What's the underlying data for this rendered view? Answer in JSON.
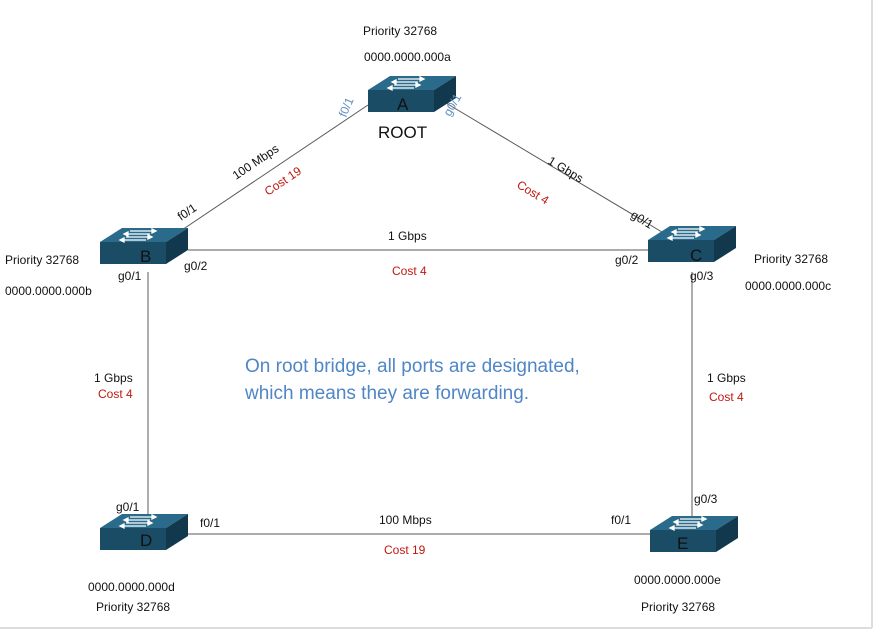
{
  "colors": {
    "switch_top": "#2a6b8b",
    "switch_front": "#1b4c66",
    "switch_side": "#12384d",
    "link": "#5a5a5a",
    "cost_text": "#c0180f",
    "note_text": "#4f86c6",
    "port_blue": "#5d8fc2"
  },
  "switches": {
    "A": {
      "letter": "A",
      "priority": "Priority 32768",
      "mac": "0000.0000.000a",
      "role": "ROOT",
      "icon": "network-switch-icon"
    },
    "B": {
      "letter": "B",
      "priority": "Priority 32768",
      "mac": "0000.0000.000b",
      "icon": "network-switch-icon"
    },
    "C": {
      "letter": "C",
      "priority": "Priority 32768",
      "mac": "0000.0000.000c",
      "icon": "network-switch-icon"
    },
    "D": {
      "letter": "D",
      "priority": "Priority 32768",
      "mac": "0000.0000.000d",
      "icon": "network-switch-icon"
    },
    "E": {
      "letter": "E",
      "priority": "Priority 32768",
      "mac": "0000.0000.000e",
      "icon": "network-switch-icon"
    }
  },
  "links": {
    "ab": {
      "speed": "100 Mbps",
      "cost": "Cost 19",
      "port_a": "f0/1",
      "port_b": "f0/1"
    },
    "ac": {
      "speed": "1 Gbps",
      "cost": "Cost 4",
      "port_a": "g0/1",
      "port_c": "g0/1"
    },
    "bc": {
      "speed": "1 Gbps",
      "cost": "Cost 4",
      "port_b": "g0/2",
      "port_c": "g0/2"
    },
    "bd": {
      "speed": "1 Gbps",
      "cost": "Cost 4",
      "port_b": "g0/1",
      "port_d": "g0/1"
    },
    "ce": {
      "speed": "1 Gbps",
      "cost": "Cost 4",
      "port_c": "g0/3",
      "port_e": "g0/3"
    },
    "de": {
      "speed": "100 Mbps",
      "cost": "Cost 19",
      "port_d": "f0/1",
      "port_e": "f0/1"
    }
  },
  "note": {
    "line1": "On root bridge, all ports are designated,",
    "line2": "which means they are forwarding."
  }
}
